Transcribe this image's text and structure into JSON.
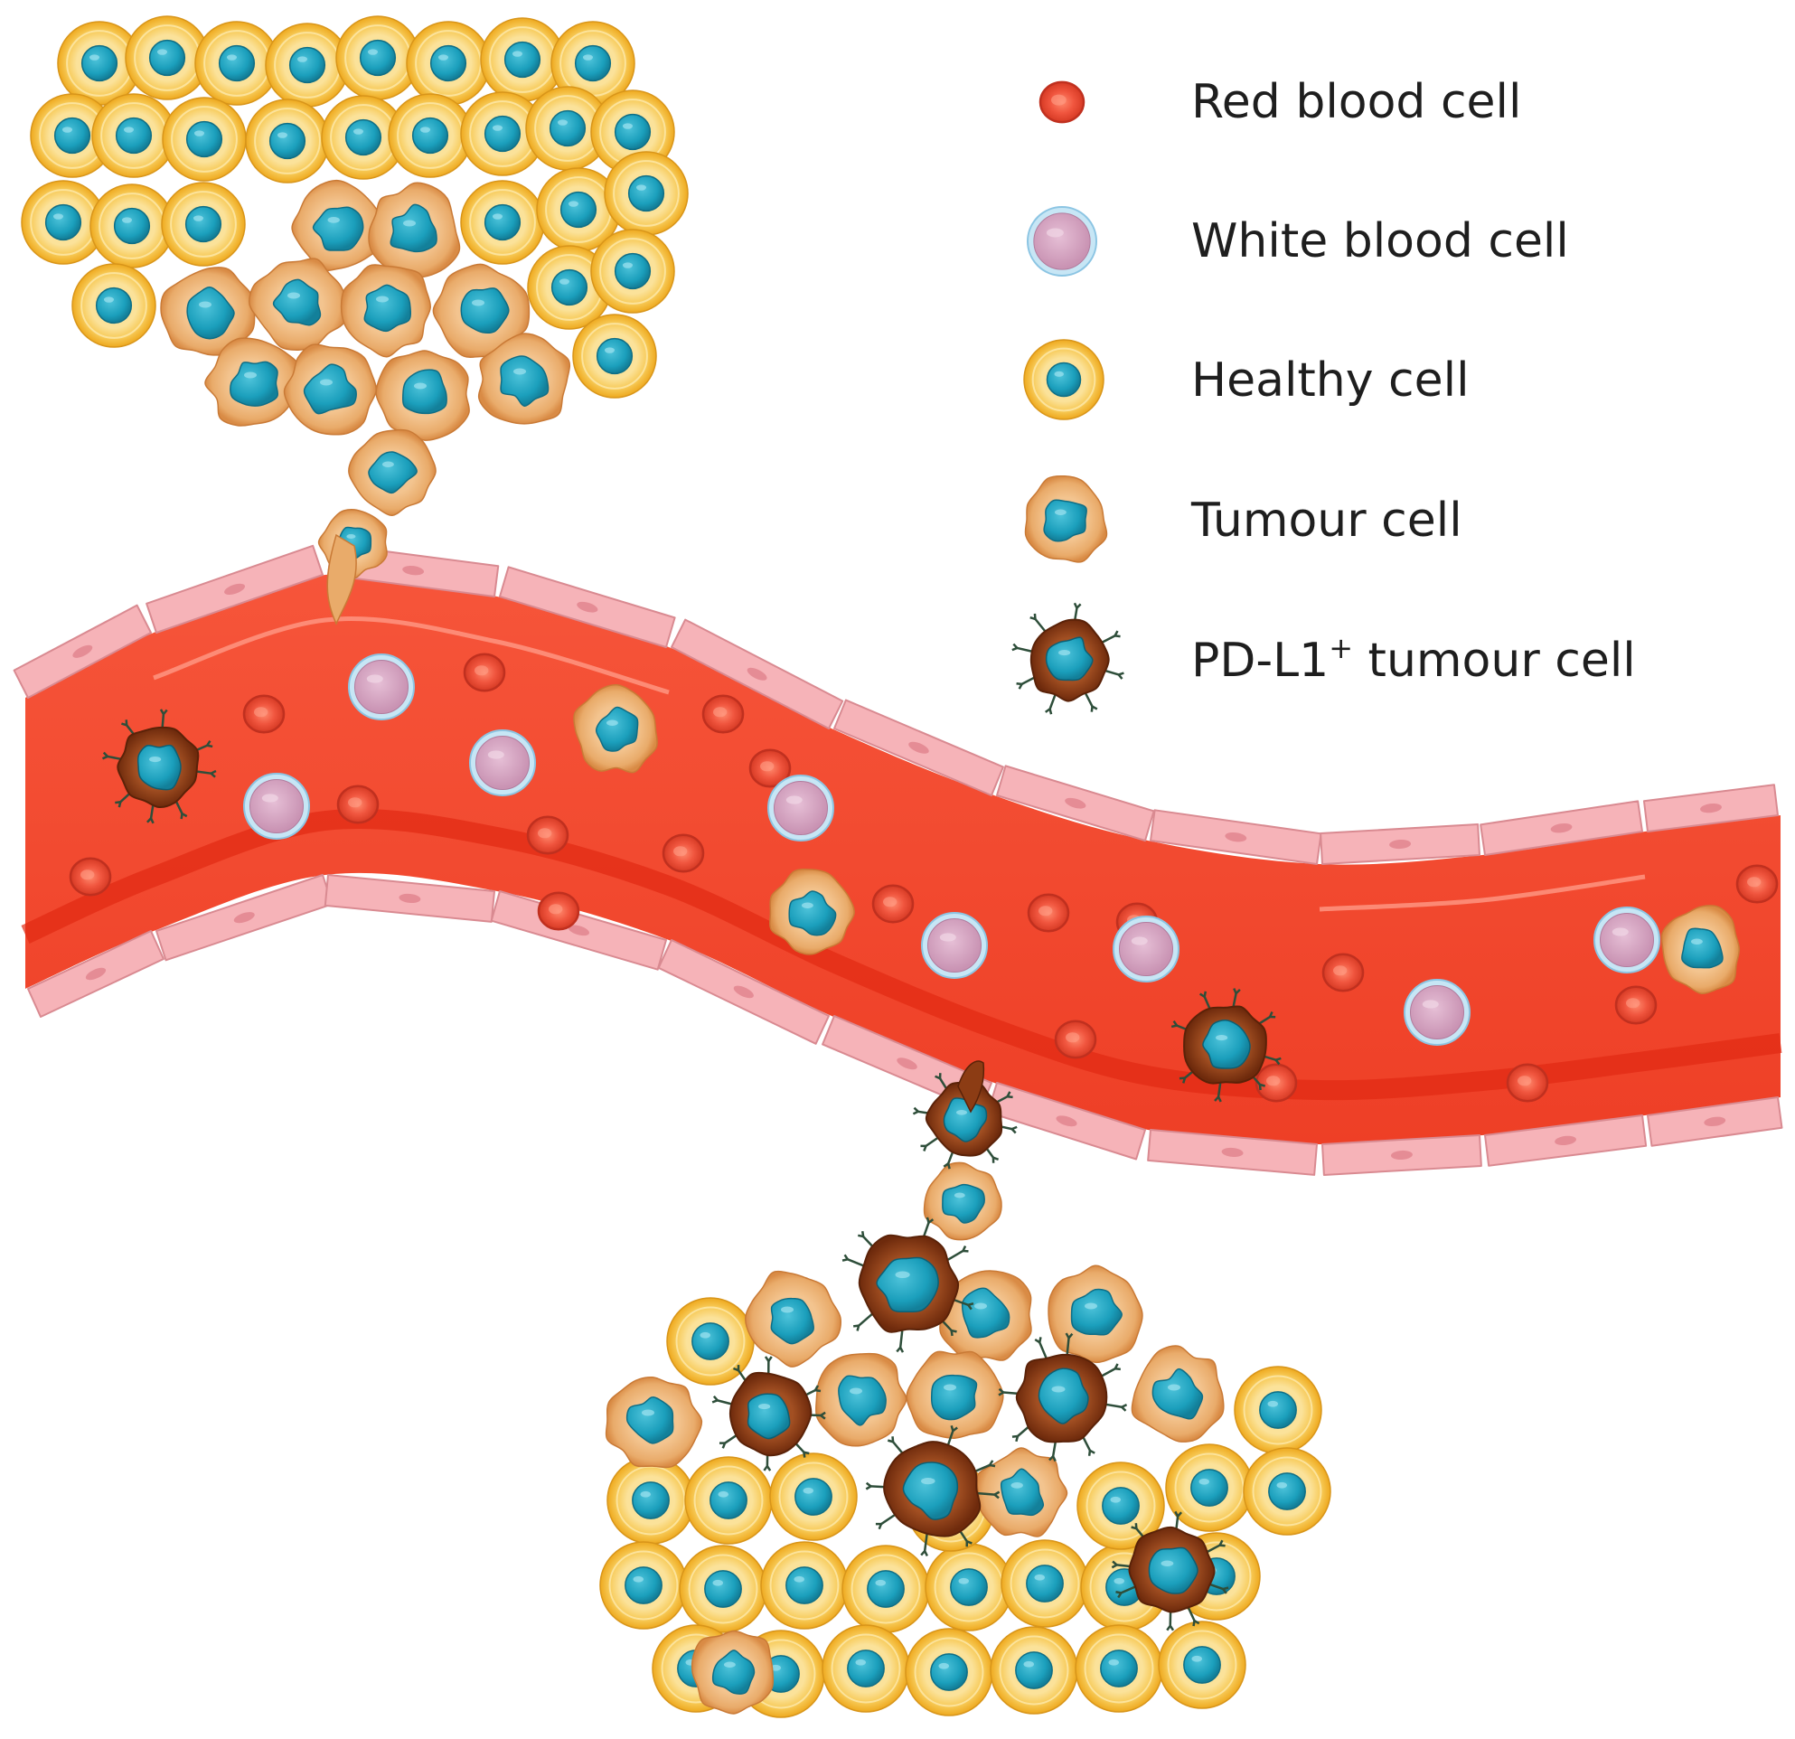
{
  "legend": {
    "items": [
      {
        "key": "red",
        "label": "Red blood cell",
        "label_main": "Red blood cell",
        "label_sup": "",
        "label_rest": ""
      },
      {
        "key": "white",
        "label": "White blood cell",
        "label_main": "White blood cell",
        "label_sup": "",
        "label_rest": ""
      },
      {
        "key": "healthy",
        "label": "Healthy cell",
        "label_main": "Healthy cell",
        "label_sup": "",
        "label_rest": ""
      },
      {
        "key": "tumour",
        "label": "Tumour cell",
        "label_main": "Tumour cell",
        "label_sup": "",
        "label_rest": ""
      },
      {
        "key": "pdl1",
        "label": "PD-L1⁺ tumour cell",
        "label_main": "PD-L1",
        "label_sup": "+",
        "label_rest": " tumour cell"
      }
    ]
  },
  "colors": {
    "vessel_lumen": "#f24a30",
    "vessel_dark": "#e8321c",
    "endothelium": "#f6b3b8",
    "endothelium_edge": "#d98a91",
    "red_cell": "#f0553e",
    "red_cell_edge": "#c0301f",
    "white_cell": "#d7a6c3",
    "white_cell_ring": "#a6d4ec",
    "healthy_outer": "#f2b52e",
    "healthy_inner": "#fbe29a",
    "nucleus": "#1b9fbc",
    "nucleus_edge": "#0f6e86",
    "tumour_outer": "#e5a45f",
    "tumour_inner": "#f3c48f",
    "pdl1_outer": "#7a3210",
    "pdl1_inner": "#9b4a1e",
    "receptor": "#2e4e3a"
  },
  "icons": {
    "red": "red-blood-cell-icon",
    "white": "white-blood-cell-icon",
    "healthy": "healthy-cell-icon",
    "tumour": "tumour-cell-icon",
    "pdl1": "pdl1-tumour-cell-icon"
  }
}
